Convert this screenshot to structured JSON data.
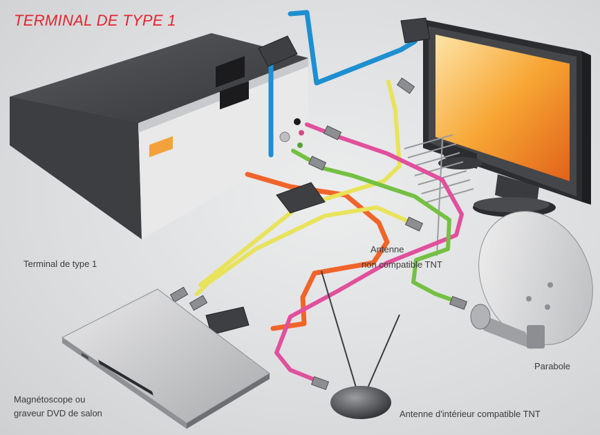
{
  "title": "TERMINAL DE TYPE 1",
  "labels": {
    "terminal": "Terminal de type 1",
    "antenna_incompatible_line1": "Antenne",
    "antenna_incompatible_line2": "non compatible TNT",
    "parabole": "Parabole",
    "recorder_line1": "Magnétoscope ou",
    "recorder_line2": "graveur DVD de salon",
    "indoor_antenna": "Antenne d'intérieur compatible TNT"
  },
  "cable_colors": {
    "scart_to_tv": "#1e8fd0",
    "scart_to_recorder": "#f0642a",
    "tv_aerial": "#e8e35a",
    "antenna_indoor": "#e0509c",
    "satellite": "#74c043"
  },
  "colors": {
    "title": "#e5232d",
    "label_text": "#3a3a3a",
    "tv_screen": "#f5a623",
    "device_body": "#3c3d40"
  }
}
